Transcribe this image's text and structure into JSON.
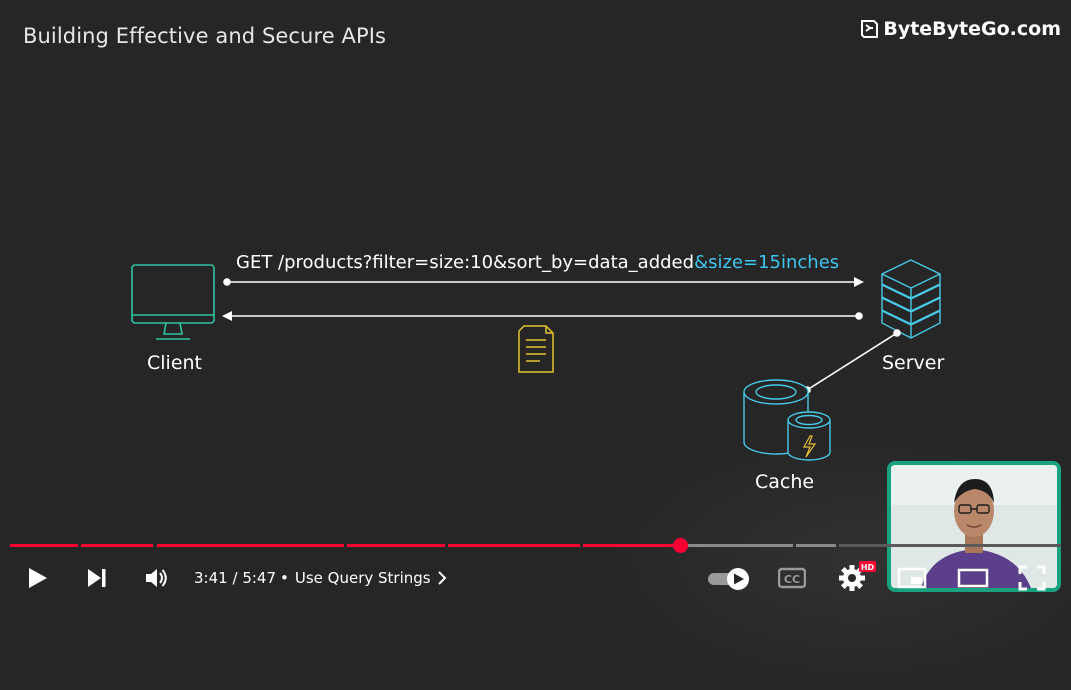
{
  "slide": {
    "title": "Building Effective and Secure APIs",
    "brand": "ByteByteGo.com",
    "client_label": "Client",
    "server_label": "Server",
    "cache_label": "Cache",
    "request_prefix": "GET /products?filter=size:10&sort_by=data_added",
    "request_highlight": "&size=15inches"
  },
  "colors": {
    "background": "#262626",
    "client_green": "#2ec4a6",
    "server_cyan": "#48c9e8",
    "document_yellow": "#e6c230",
    "highlight_blue": "#3fc6f0",
    "progress_red": "#ff0033"
  },
  "player": {
    "current_time": "3:41",
    "separator": "/",
    "duration": "5:47",
    "chapter_bullet": "•",
    "chapter": "Use Query Strings",
    "hd_badge": "HD",
    "cc_label": "CC",
    "progress_fraction": 0.637,
    "autoplay": "on"
  },
  "icons": {
    "play": "play-icon",
    "next": "next-icon",
    "volume": "volume-icon",
    "autoplay": "autoplay-toggle-icon",
    "captions": "captions-icon",
    "settings": "gear-icon",
    "miniplayer": "miniplayer-icon",
    "theater": "theater-icon",
    "fullscreen": "fullscreen-icon",
    "client": "monitor-icon",
    "server": "server-stack-icon",
    "cache": "database-icon",
    "response": "document-icon"
  }
}
